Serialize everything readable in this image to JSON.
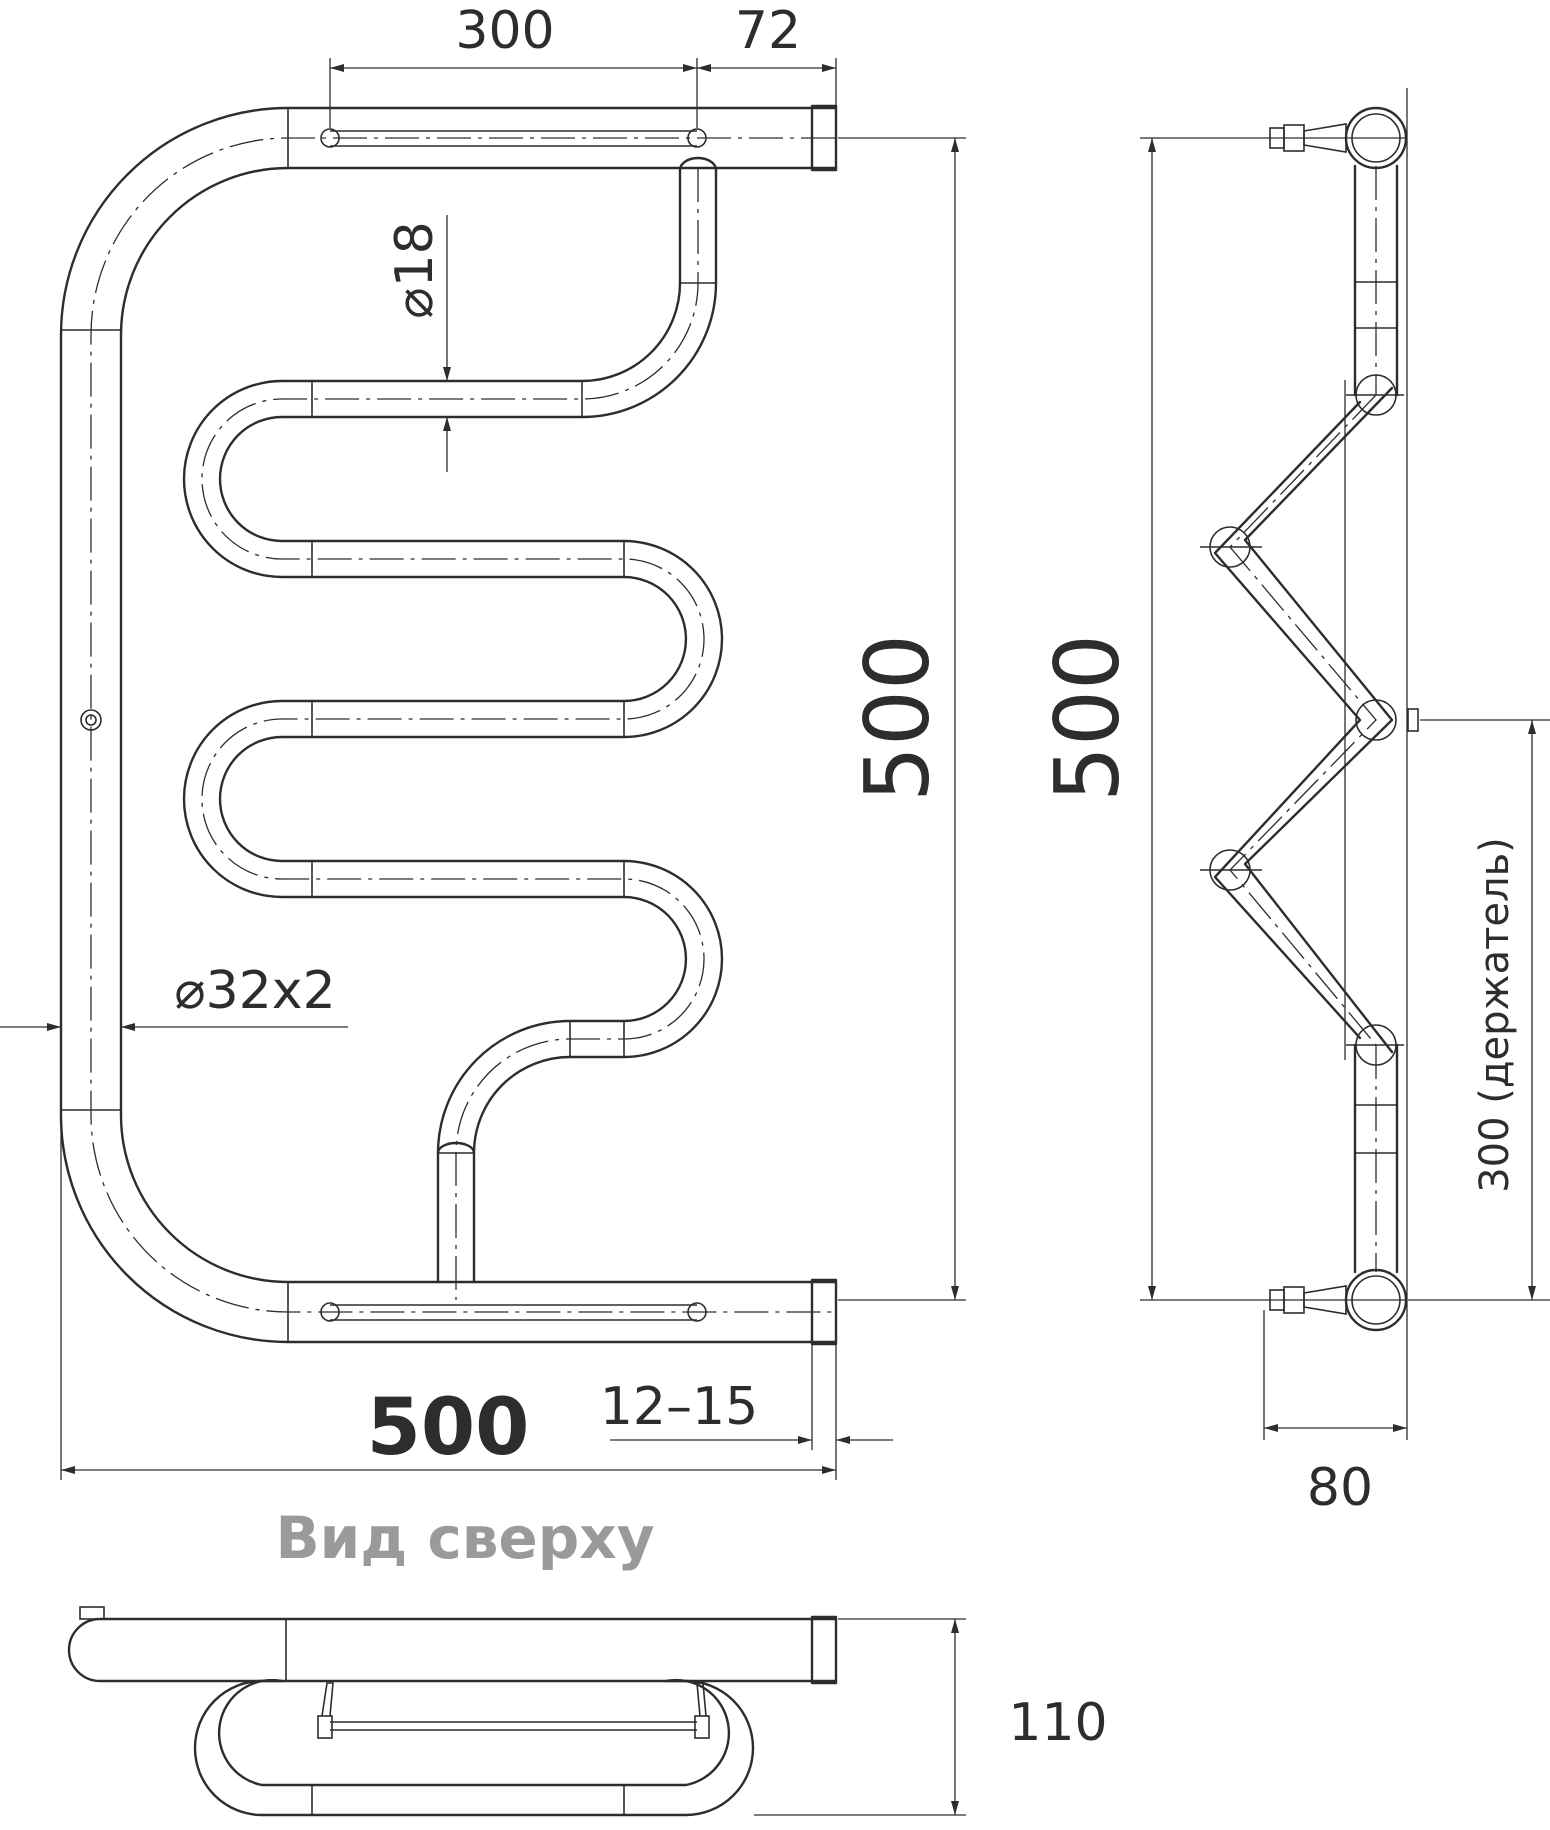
{
  "front_view": {
    "dim_top_span": "300",
    "dim_offset": "72",
    "dim_small_pipe": "⌀18",
    "dim_height": "500",
    "dim_main_pipe": "⌀32x2",
    "dim_width": "500",
    "dim_gap": "12–15"
  },
  "side_view": {
    "dim_height": "500",
    "dim_holder": "300 (держатель)",
    "dim_depth": "80"
  },
  "top_view": {
    "title": "Вид сверху",
    "dim_depth": "110"
  },
  "colors": {
    "lines": "#2d2d2d",
    "title": "#9a9a9a"
  }
}
